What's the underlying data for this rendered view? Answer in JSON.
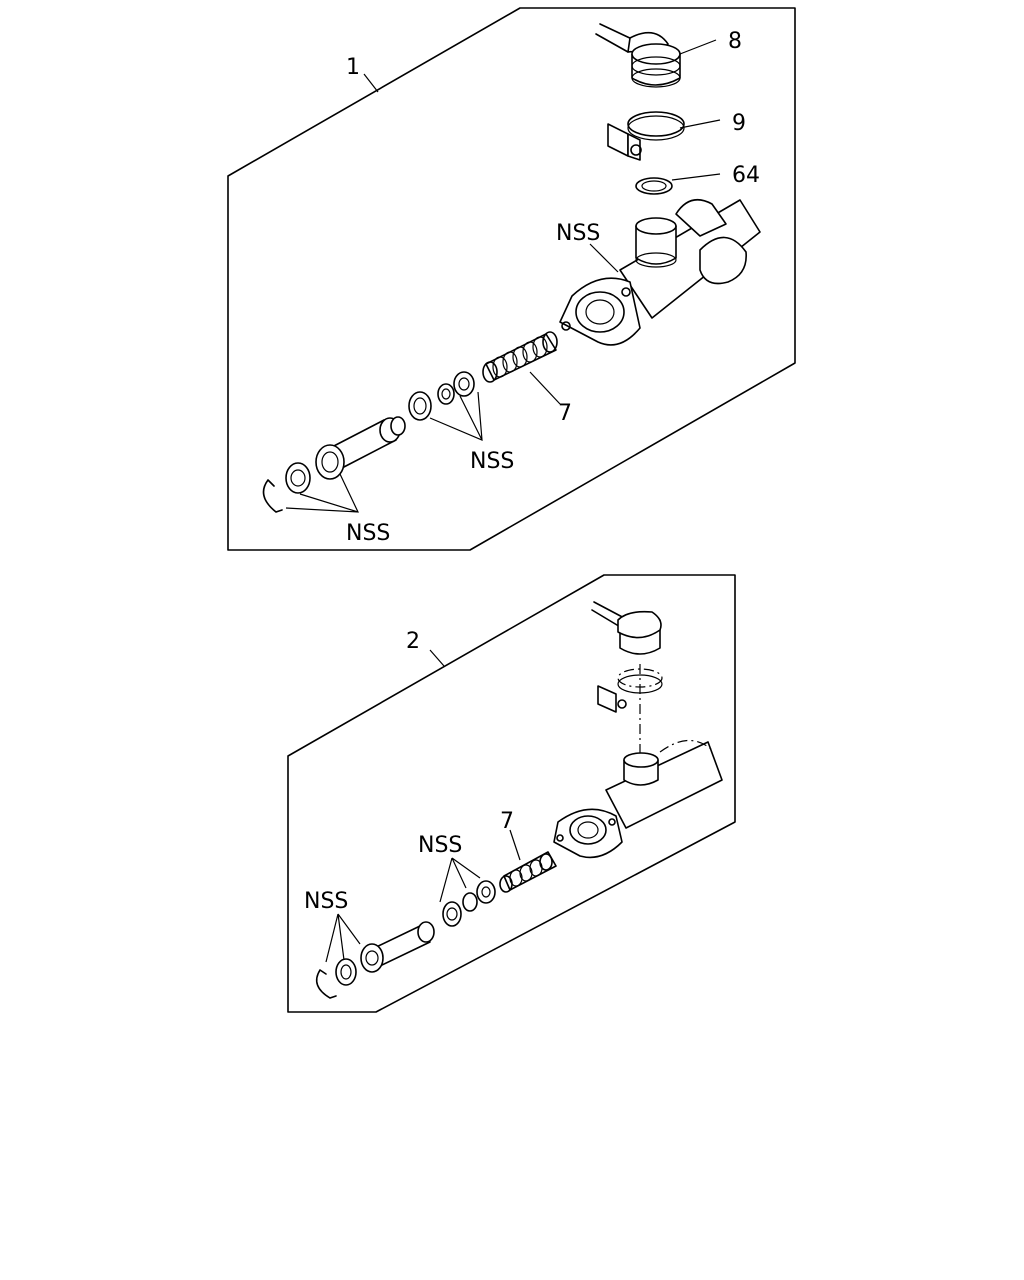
{
  "labels": {
    "assembly_1": "1",
    "assembly_2": "2",
    "part_8": "8",
    "part_9": "9",
    "part_64": "64",
    "nss_body_1": "NSS",
    "part_7_a": "7",
    "nss_seals_1": "NSS",
    "nss_piston_1": "NSS",
    "part_7_b": "7",
    "nss_seals_2": "NSS",
    "nss_piston_2": "NSS"
  },
  "colors": {
    "line": "#000000",
    "background": "#ffffff"
  }
}
